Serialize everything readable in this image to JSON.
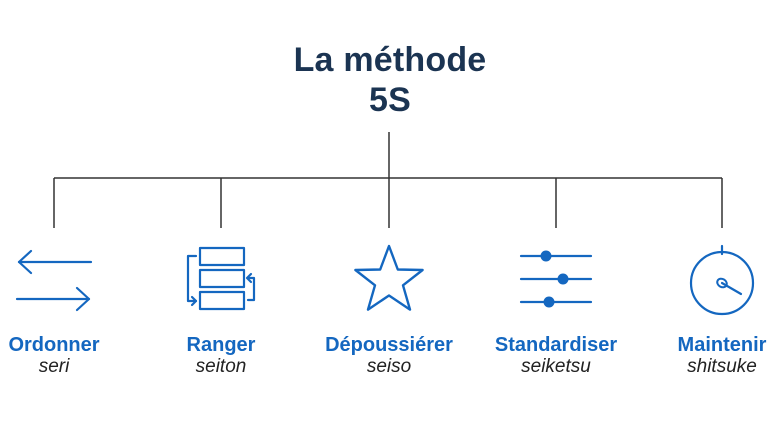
{
  "title": {
    "line1": "La méthode",
    "line2": "5S"
  },
  "colors": {
    "title": "#1b3452",
    "accent": "#1467c0",
    "line": "#333333",
    "subtitle": "#222222"
  },
  "items": [
    {
      "label": "Ordonner",
      "sub": "seri",
      "icon": "arrows-left-right-icon"
    },
    {
      "label": "Ranger",
      "sub": "seiton",
      "icon": "stacked-boxes-icon"
    },
    {
      "label": "Dépoussiérer",
      "sub": "seiso",
      "icon": "star-icon"
    },
    {
      "label": "Standardiser",
      "sub": "seiketsu",
      "icon": "sliders-icon"
    },
    {
      "label": "Maintenir",
      "sub": "shitsuke",
      "icon": "gauge-icon"
    }
  ]
}
